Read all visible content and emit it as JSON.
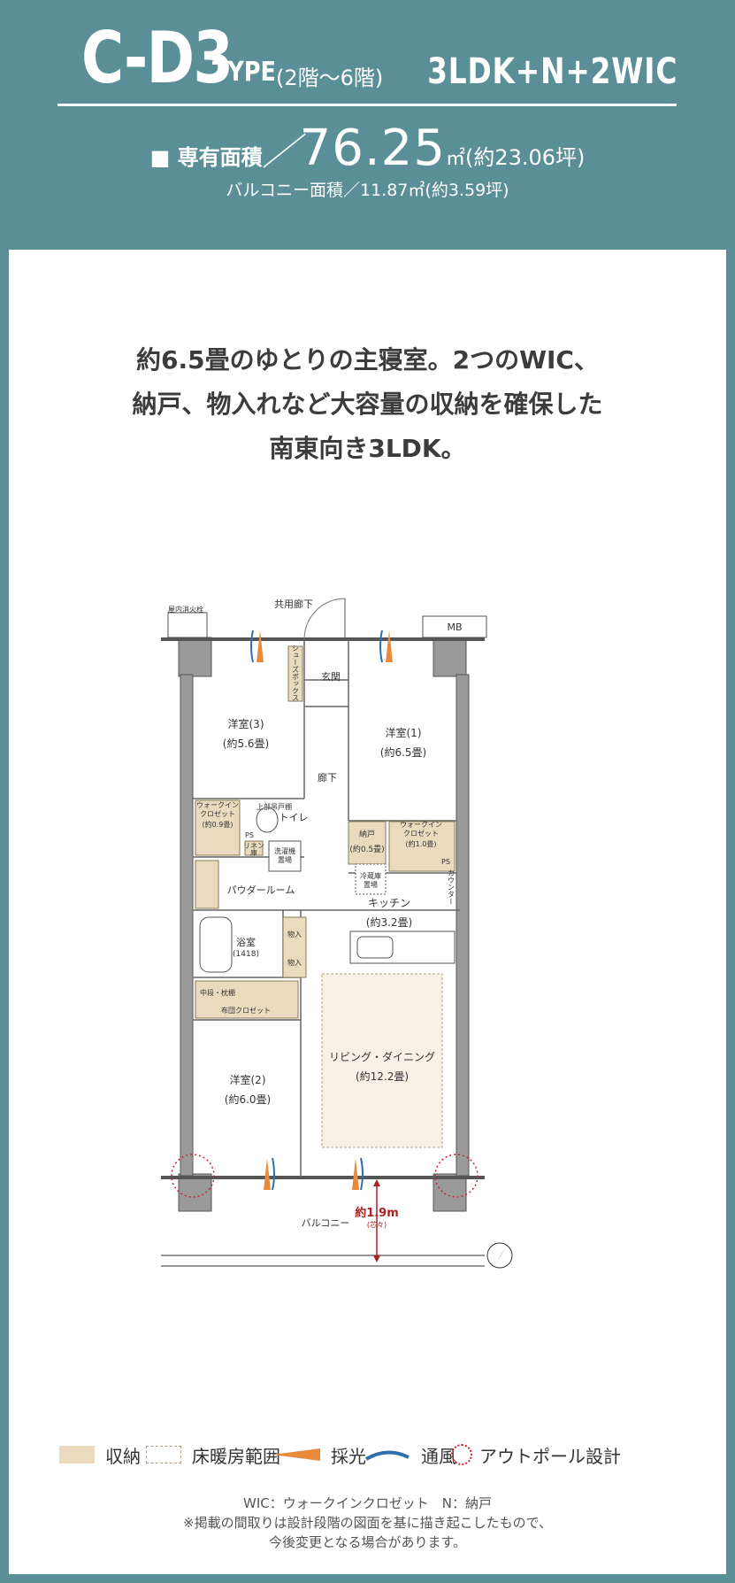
{
  "header": {
    "type_code": "C-D3",
    "type_word": "TYPE",
    "floors": "(2階〜6階)",
    "layout_code": "3LDK+N+2WIC"
  },
  "area": {
    "label": "■ 専有面積",
    "separator": "／",
    "value": "76.25",
    "unit": "㎡",
    "tsubo": "(約23.06坪)",
    "balcony": "バルコニー面積／11.87㎡(約3.59坪)"
  },
  "headline": {
    "line1": "約6.5畳のゆとりの主寝室。2つのWIC、",
    "line2": "納戸、物入れなど大容量の収納を確保した",
    "line3": "南東向き3LDK。"
  },
  "plan": {
    "shared_corridor": "共用廊下",
    "fire_hydrant": "屋内消火栓",
    "mb": "MB",
    "shoe_box": "シューズボックス",
    "entrance": "玄関",
    "room3": "洋室(3)",
    "room3_size": "(約5.6畳)",
    "room1": "洋室(1)",
    "room1_size": "(約6.5畳)",
    "hallway": "廊下",
    "wic_a": "ウォークイン",
    "wic_a2": "クロゼット",
    "wic_a_size": "(約0.9畳)",
    "upper_shelf": "上部吊戸棚",
    "toilet": "トイレ",
    "ps": "PS",
    "linen": "リネン",
    "linen2": "庫",
    "washer": "洗濯機",
    "washer2": "置場",
    "storeroom": "納戸",
    "storeroom_size": "(約0.5畳)",
    "wic_b": "ウォークイン",
    "wic_b2": "クロゼット",
    "wic_b_size": "(約1.0畳)",
    "ps2": "PS",
    "fridge": "冷蔵庫",
    "fridge2": "置場",
    "counter": "カウンター",
    "powder": "パウダールーム",
    "kitchen": "キッチン",
    "kitchen_size": "(約3.2畳)",
    "bath": "浴室",
    "bath_size": "(1418)",
    "closet1": "物入",
    "closet2": "物入",
    "shelf": "中段・枕棚",
    "futon": "布団クロゼット",
    "ldk": "リビング・ダイニング",
    "ldk_size": "(約12.2畳)",
    "room2": "洋室(2)",
    "room2_size": "(約6.0畳)",
    "balcony": "バルコニー",
    "balcony_depth": "約1.9m",
    "balcony_depth_note": "(芯々)"
  },
  "legend": {
    "storage": "収納",
    "floor_heating": "床暖房範囲",
    "daylight": "採光",
    "ventilation": "通風",
    "outpole": "アウトポール設計"
  },
  "notes": {
    "line1": "WIC：ウォークインクロゼット　N：納戸",
    "line2": "※掲載の間取りは設計段階の図面を基に描き起こしたもので、",
    "line3": "今後変更となる場合があります。"
  },
  "colors": {
    "header_bg": "#5b8f97",
    "storage": "#eadbbe",
    "daylight": "#e98a3a",
    "ventilation": "#2f6fb0",
    "outpole": "#cc2233"
  }
}
